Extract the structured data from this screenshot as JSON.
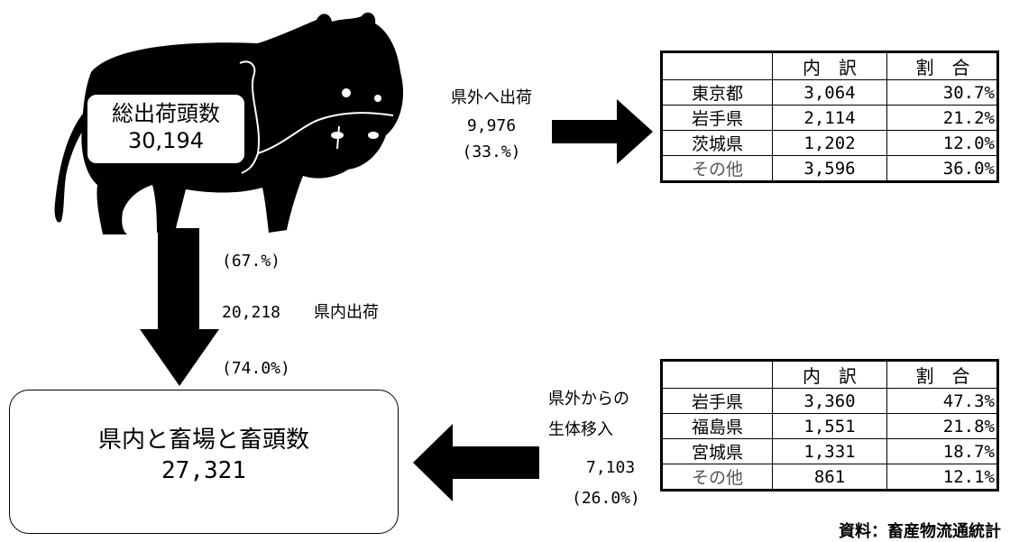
{
  "total": {
    "label": "総出荷頭数",
    "value": "30,194"
  },
  "outside": {
    "label": "県外へ出荷",
    "value": "9,976",
    "pct": "(33.%)"
  },
  "inside": {
    "pct_top": "(67.%)",
    "value": "20,218",
    "label": "県内出荷",
    "pct_bottom": "(74.0%)"
  },
  "dest": {
    "label": "県内と畜場と畜頭数",
    "value": "27,321"
  },
  "inflow": {
    "label1": "県外からの",
    "label2": "生体移入",
    "value": "7,103",
    "pct": "(26.0%)"
  },
  "ship_table": {
    "header": [
      "",
      "内　訳",
      "割　合"
    ],
    "rows": [
      {
        "pref": "東京都",
        "num": "3,064",
        "pct": "30.7%"
      },
      {
        "pref": "岩手県",
        "num": "2,114",
        "pct": "21.2%"
      },
      {
        "pref": "茨城県",
        "num": "1,202",
        "pct": "12.0%"
      },
      {
        "pref": "その他",
        "num": "3,596",
        "pct": "36.0%"
      }
    ]
  },
  "in_table": {
    "header": [
      "",
      "内　訳",
      "割　合"
    ],
    "rows": [
      {
        "pref": "岩手県",
        "num": "3,360",
        "pct": "47.3%"
      },
      {
        "pref": "福島県",
        "num": "1,551",
        "pct": "21.8%"
      },
      {
        "pref": "宮城県",
        "num": "1,331",
        "pct": "18.7%"
      },
      {
        "pref": "その他",
        "num": "861",
        "pct": "12.1%"
      }
    ]
  },
  "source": "資料：畜産物流通統計",
  "icons": {
    "cow": "cow-silhouette-icon"
  },
  "colors": {
    "ink": "#000000",
    "header_bg": "#ffffff"
  }
}
